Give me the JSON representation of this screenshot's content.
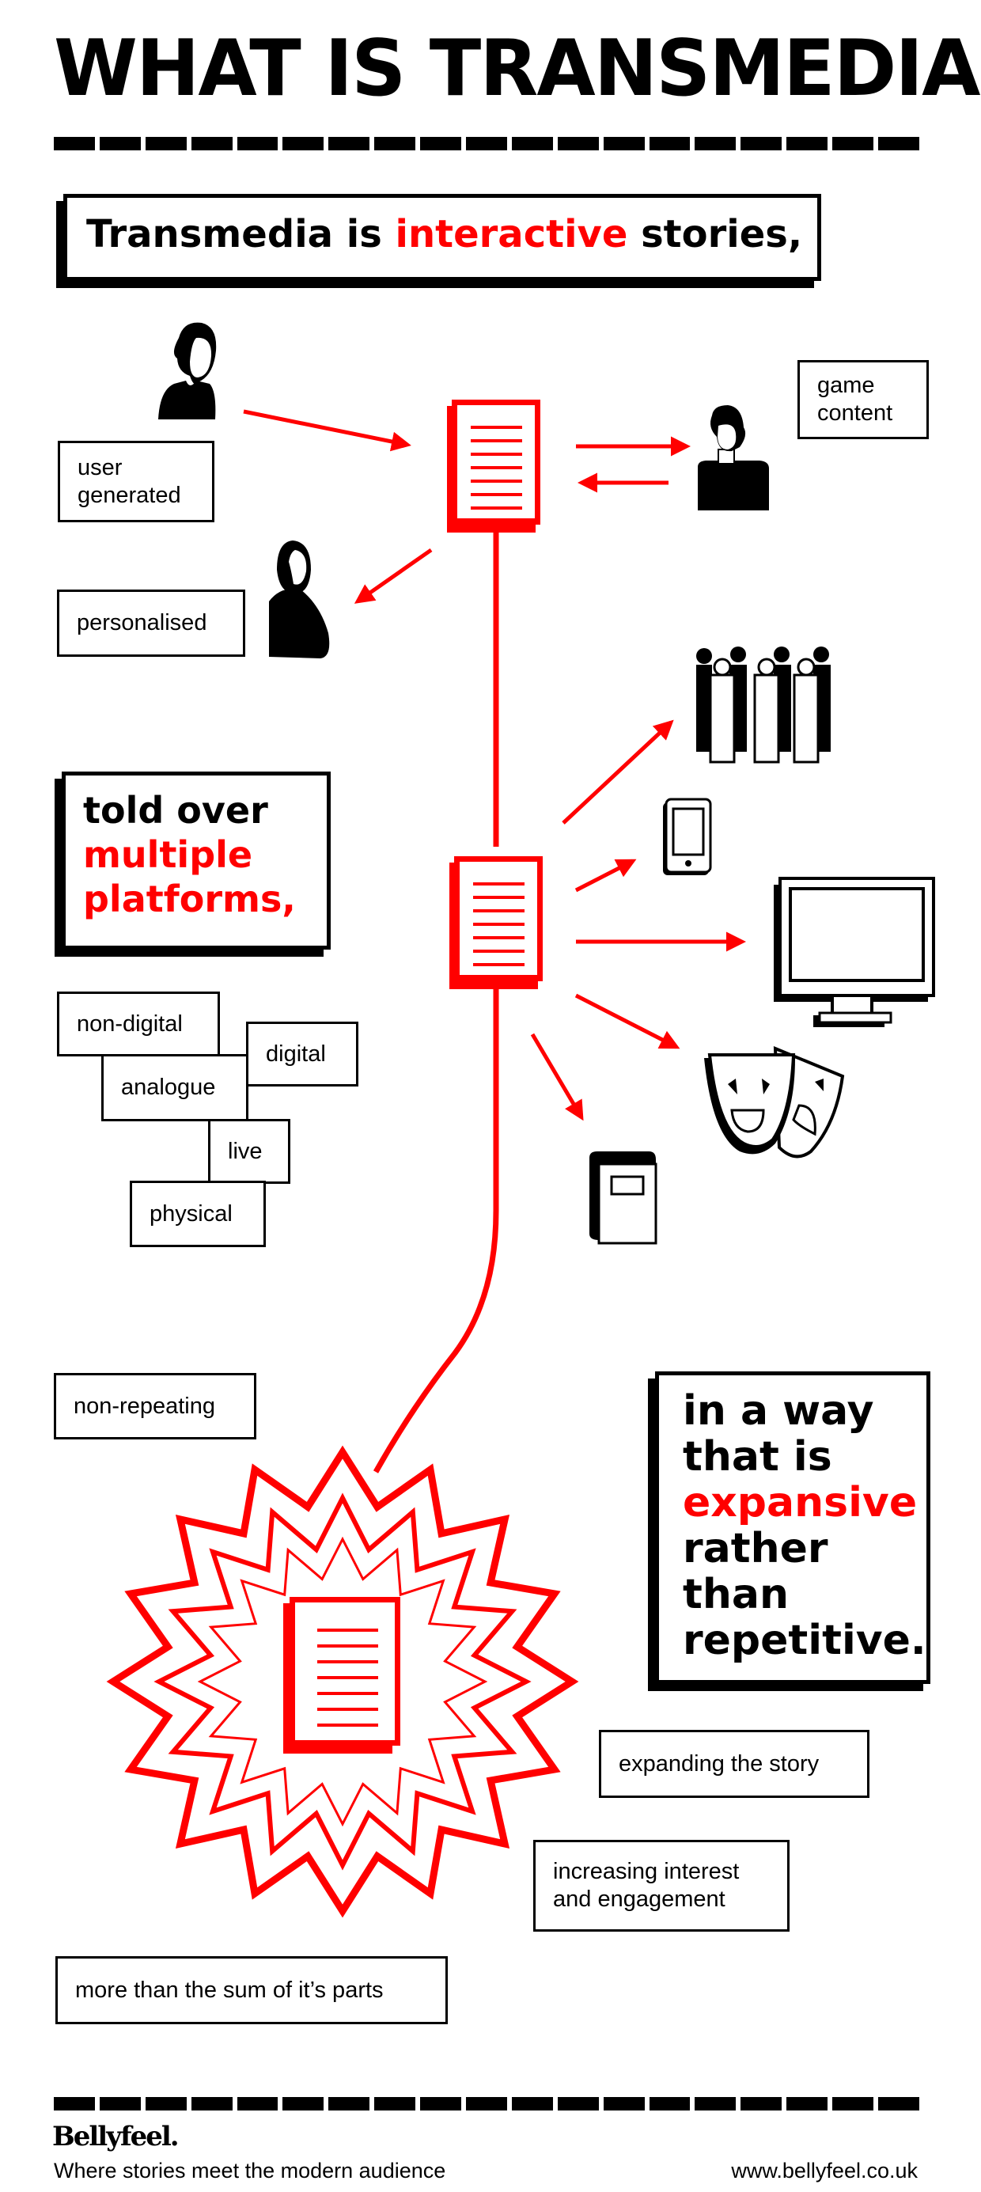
{
  "title": "WHAT IS TRANSMEDIA?",
  "colors": {
    "accent": "#ff0000",
    "ink": "#000000",
    "background": "#ffffff"
  },
  "headline1": {
    "pre": "Transmedia is ",
    "highlight": "interactive",
    "post": " stories,"
  },
  "headline2": {
    "line1": "told over",
    "line2": "multiple",
    "line3": "platforms,"
  },
  "headline3": {
    "line1": "in a way",
    "line2": "that is",
    "line3": "expansive",
    "line4": "rather",
    "line5": "than",
    "line6": "repetitive."
  },
  "labels": {
    "user_generated": [
      "user",
      "generated"
    ],
    "game_content": [
      "game",
      "content"
    ],
    "personalised": "personalised",
    "non_digital": "non-digital",
    "digital": "digital",
    "analogue": "analogue",
    "live": "live",
    "physical": "physical",
    "non_repeating": "non-repeating",
    "expanding_story": "expanding the story",
    "increasing_interest": [
      "increasing interest",
      "and engagement"
    ],
    "more_than_sum": "more than the sum of it’s parts"
  },
  "icons": {
    "story": "document-icon",
    "user_woman": "woman-icon",
    "gamer": "man-icon",
    "personal": "person-icon",
    "crowd": "crowd-icon",
    "phone": "smartphone-icon",
    "monitor": "monitor-icon",
    "theatre": "theatre-masks-icon",
    "book": "book-icon"
  },
  "footer": {
    "brand": "Bellyfeel.",
    "tagline": "Where stories meet the modern audience",
    "url": "www.bellyfeel.co.uk"
  }
}
